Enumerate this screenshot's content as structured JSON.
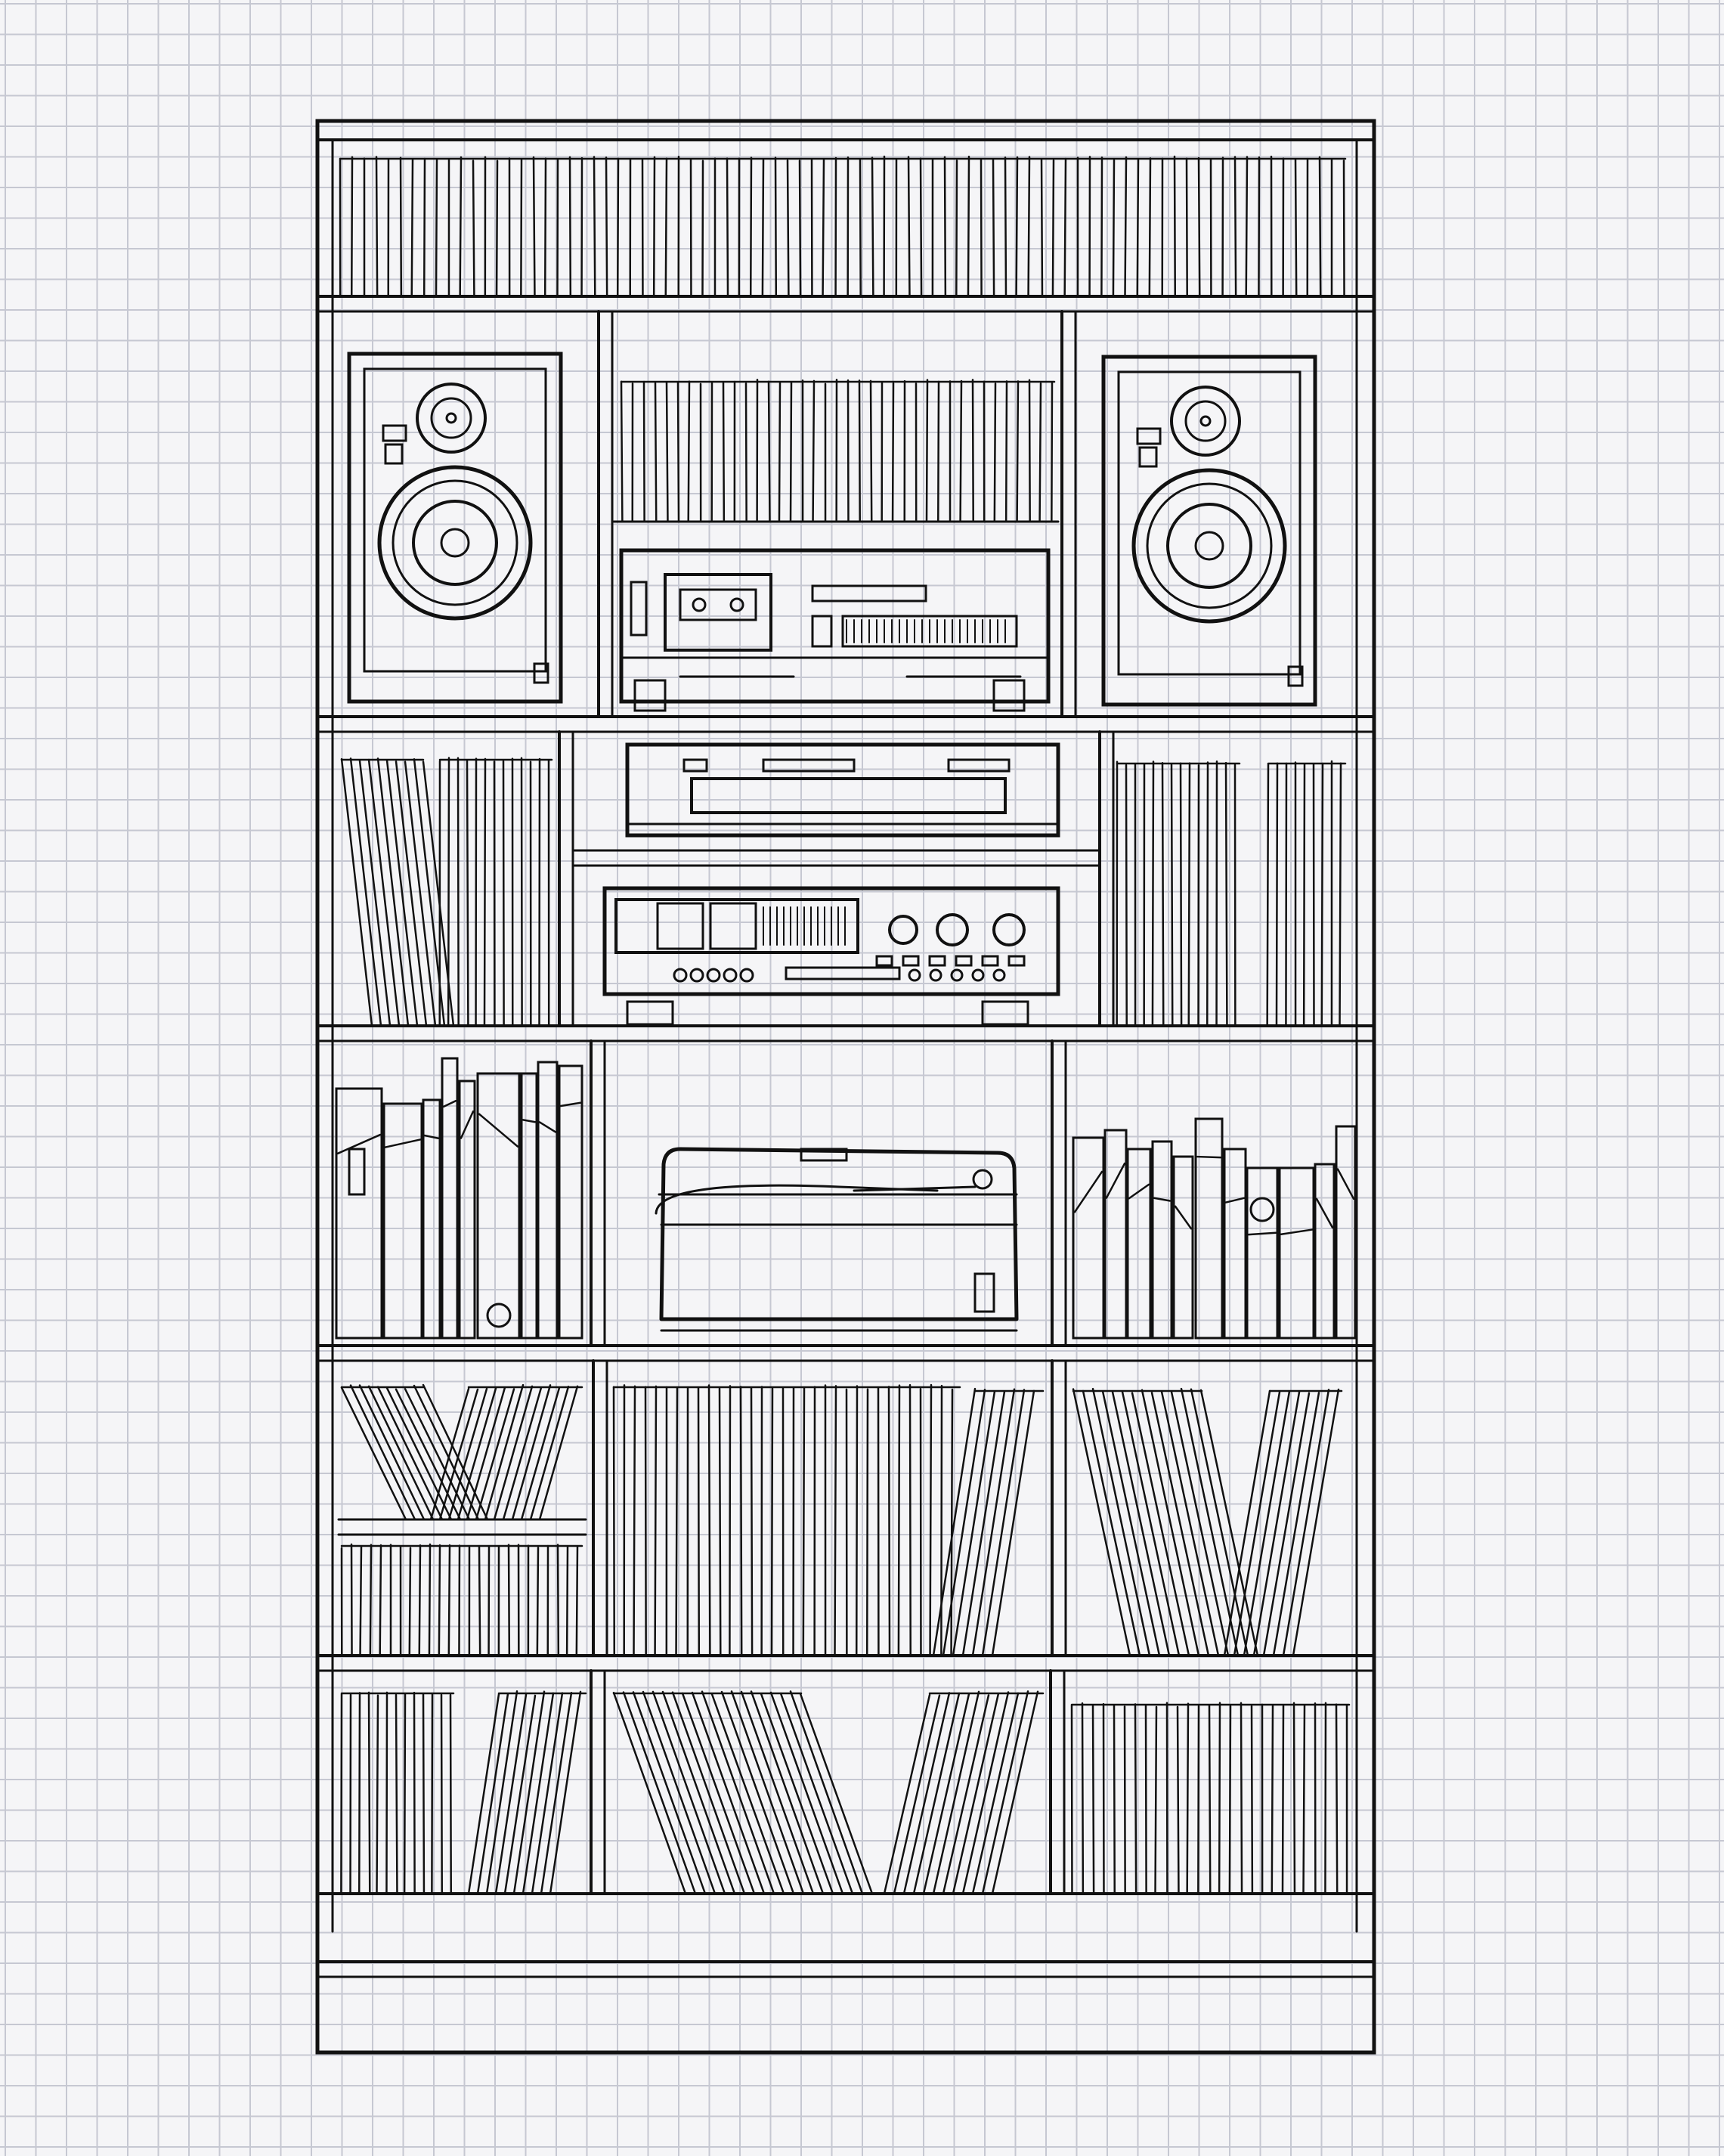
{
  "ink_color": "#111111",
  "paper_color": "#f5f5f7",
  "grid_color": "#c6c8d2",
  "drawing": {
    "subject": "hand-drawn-bookshelf",
    "rows": [
      {
        "name": "top-row",
        "contents": [
          "record-bin"
        ]
      },
      {
        "name": "speaker-row",
        "contents": [
          "left-speaker",
          "record-bin",
          "cassette-deck",
          "right-speaker"
        ]
      },
      {
        "name": "receiver-row",
        "contents": [
          "record-bin",
          "vcr",
          "receiver",
          "record-bin"
        ]
      },
      {
        "name": "turntable-row",
        "contents": [
          "book-row",
          "turntable",
          "book-row"
        ]
      },
      {
        "name": "records-row-1",
        "contents": [
          "record-bin",
          "record-bin",
          "record-bin"
        ]
      },
      {
        "name": "records-row-2",
        "contents": [
          "record-bin",
          "record-bin",
          "record-bin"
        ]
      }
    ]
  }
}
